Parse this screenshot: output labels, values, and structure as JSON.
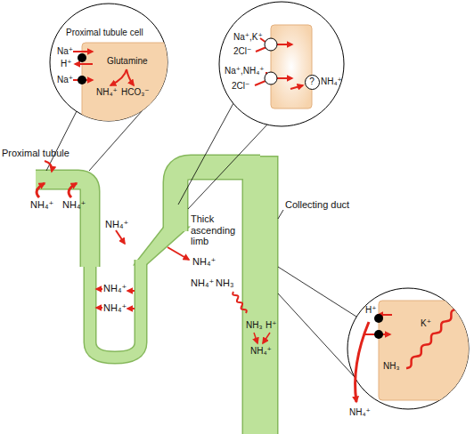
{
  "diagram": {
    "nodes": [
      {
        "text": [
          "Proximal tubule cell",
          "Glutamine",
          "NH₄⁺",
          "HCO₃⁻"
        ]
      },
      {
        "text": [
          "?"
        ]
      },
      {
        "text": [
          "K⁺",
          "NH₃"
        ]
      }
    ],
    "labels": [
      "Na⁺",
      "H⁺",
      "Na⁺",
      "Proximal tubule",
      "NH₄⁺",
      "NH₄⁺",
      "NH₄⁺",
      "NH₄⁺",
      "NH₄⁺",
      "Thick ascending limb",
      "NH₄⁺",
      "NH₄⁺",
      "NH₃",
      "NH₃",
      "H⁺",
      "NH₄⁺",
      "Collecting duct",
      "Na⁺,K⁺",
      "2Cl⁻",
      "Na⁺,NH₄⁺",
      "2Cl⁻",
      "NH₄⁺",
      "H⁺",
      "NH₄⁺"
    ]
  }
}
